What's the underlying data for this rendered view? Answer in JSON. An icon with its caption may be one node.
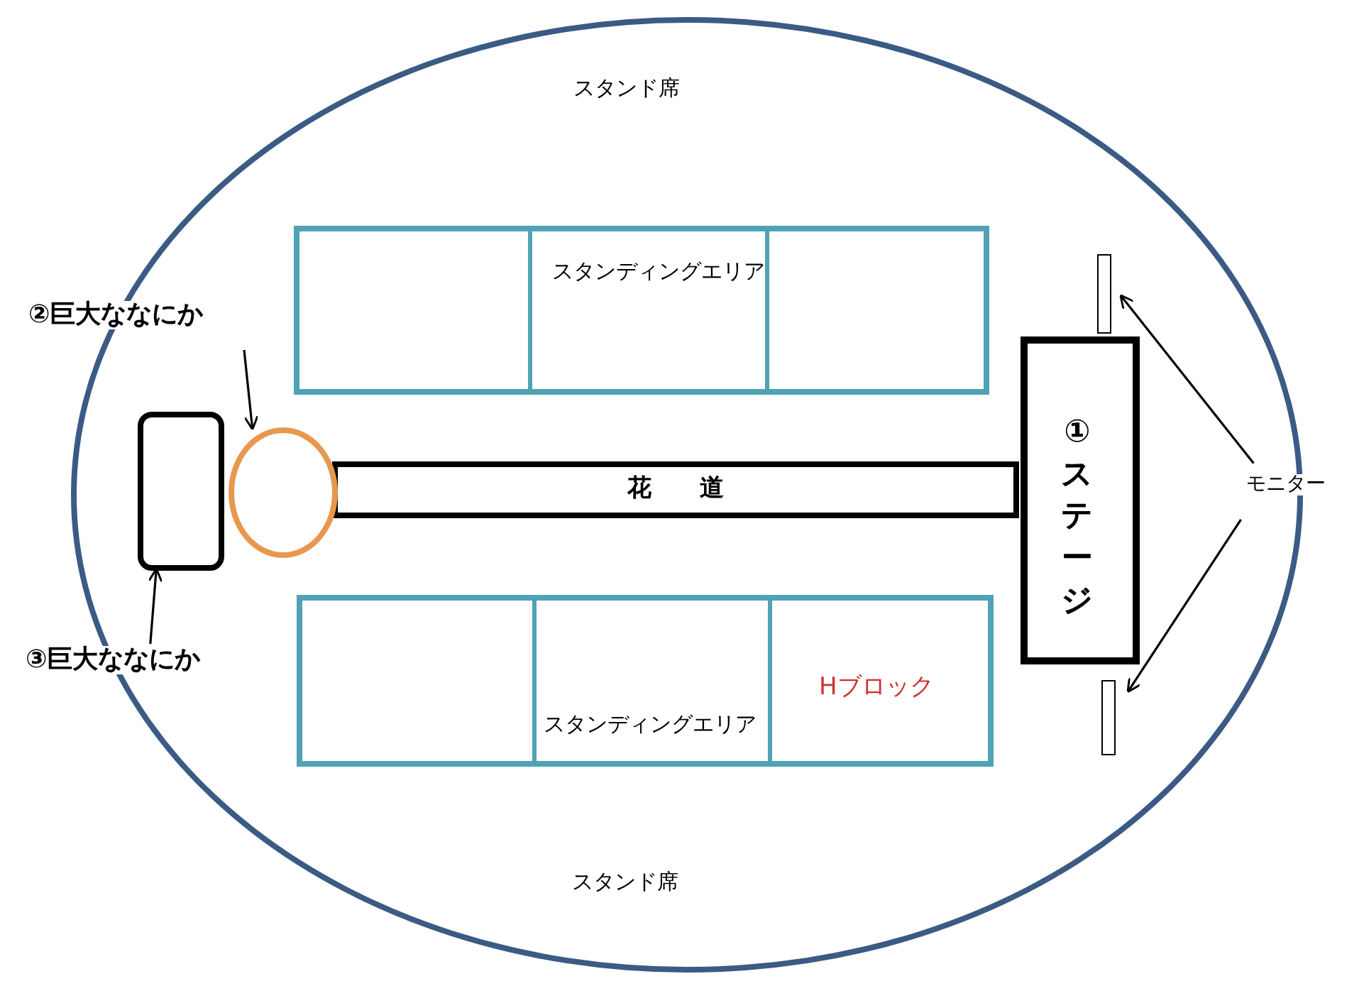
{
  "diagram": {
    "nodes": [
      {
        "text": [
          "スタンド席",
          "スタンド席"
        ]
      },
      {
        "text": [
          "スタンディングエリア"
        ],
        "in": 0
      },
      {
        "text": [
          "花　　道"
        ],
        "in": 0
      },
      {
        "text": [
          "①ステージ"
        ],
        "in": 0
      },
      {
        "text": [
          "Hブロック",
          "スタンディングエリア"
        ],
        "in": 0
      },
      {
        "text": [],
        "shape": "box",
        "in": 0
      },
      {
        "text": [],
        "shape": "circle",
        "in": 0
      },
      {
        "text": [],
        "shape": "bar",
        "in": 0
      },
      {
        "text": [],
        "shape": "bar",
        "in": 0
      },
      {
        "text": [
          "②巨大ななにか"
        ]
      },
      {
        "text": [
          "③巨大ななにか"
        ]
      },
      {
        "text": [
          "モニター"
        ]
      }
    ],
    "edges": [
      {
        "from": 9,
        "to": 6,
        "arrow": "to"
      },
      {
        "from": 10,
        "to": 5,
        "arrow": "to"
      },
      {
        "from": 11,
        "to": 7,
        "arrow": "to"
      },
      {
        "from": 11,
        "to": 8,
        "arrow": "to"
      }
    ]
  }
}
